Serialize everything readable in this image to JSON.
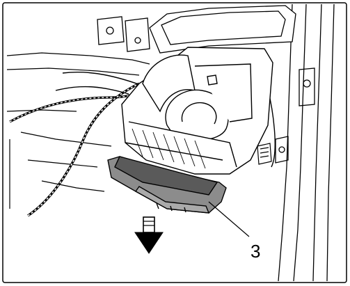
{
  "diagram": {
    "callouts": [
      {
        "label": "3",
        "target": "blower-motor-cover"
      }
    ],
    "arrow": {
      "direction": "down",
      "icon": "arrow-down-icon"
    },
    "colors": {
      "line": "#000000",
      "fill": "#ffffff",
      "cover": "#8c8c8c",
      "cover_dark": "#5a5a5a"
    }
  }
}
